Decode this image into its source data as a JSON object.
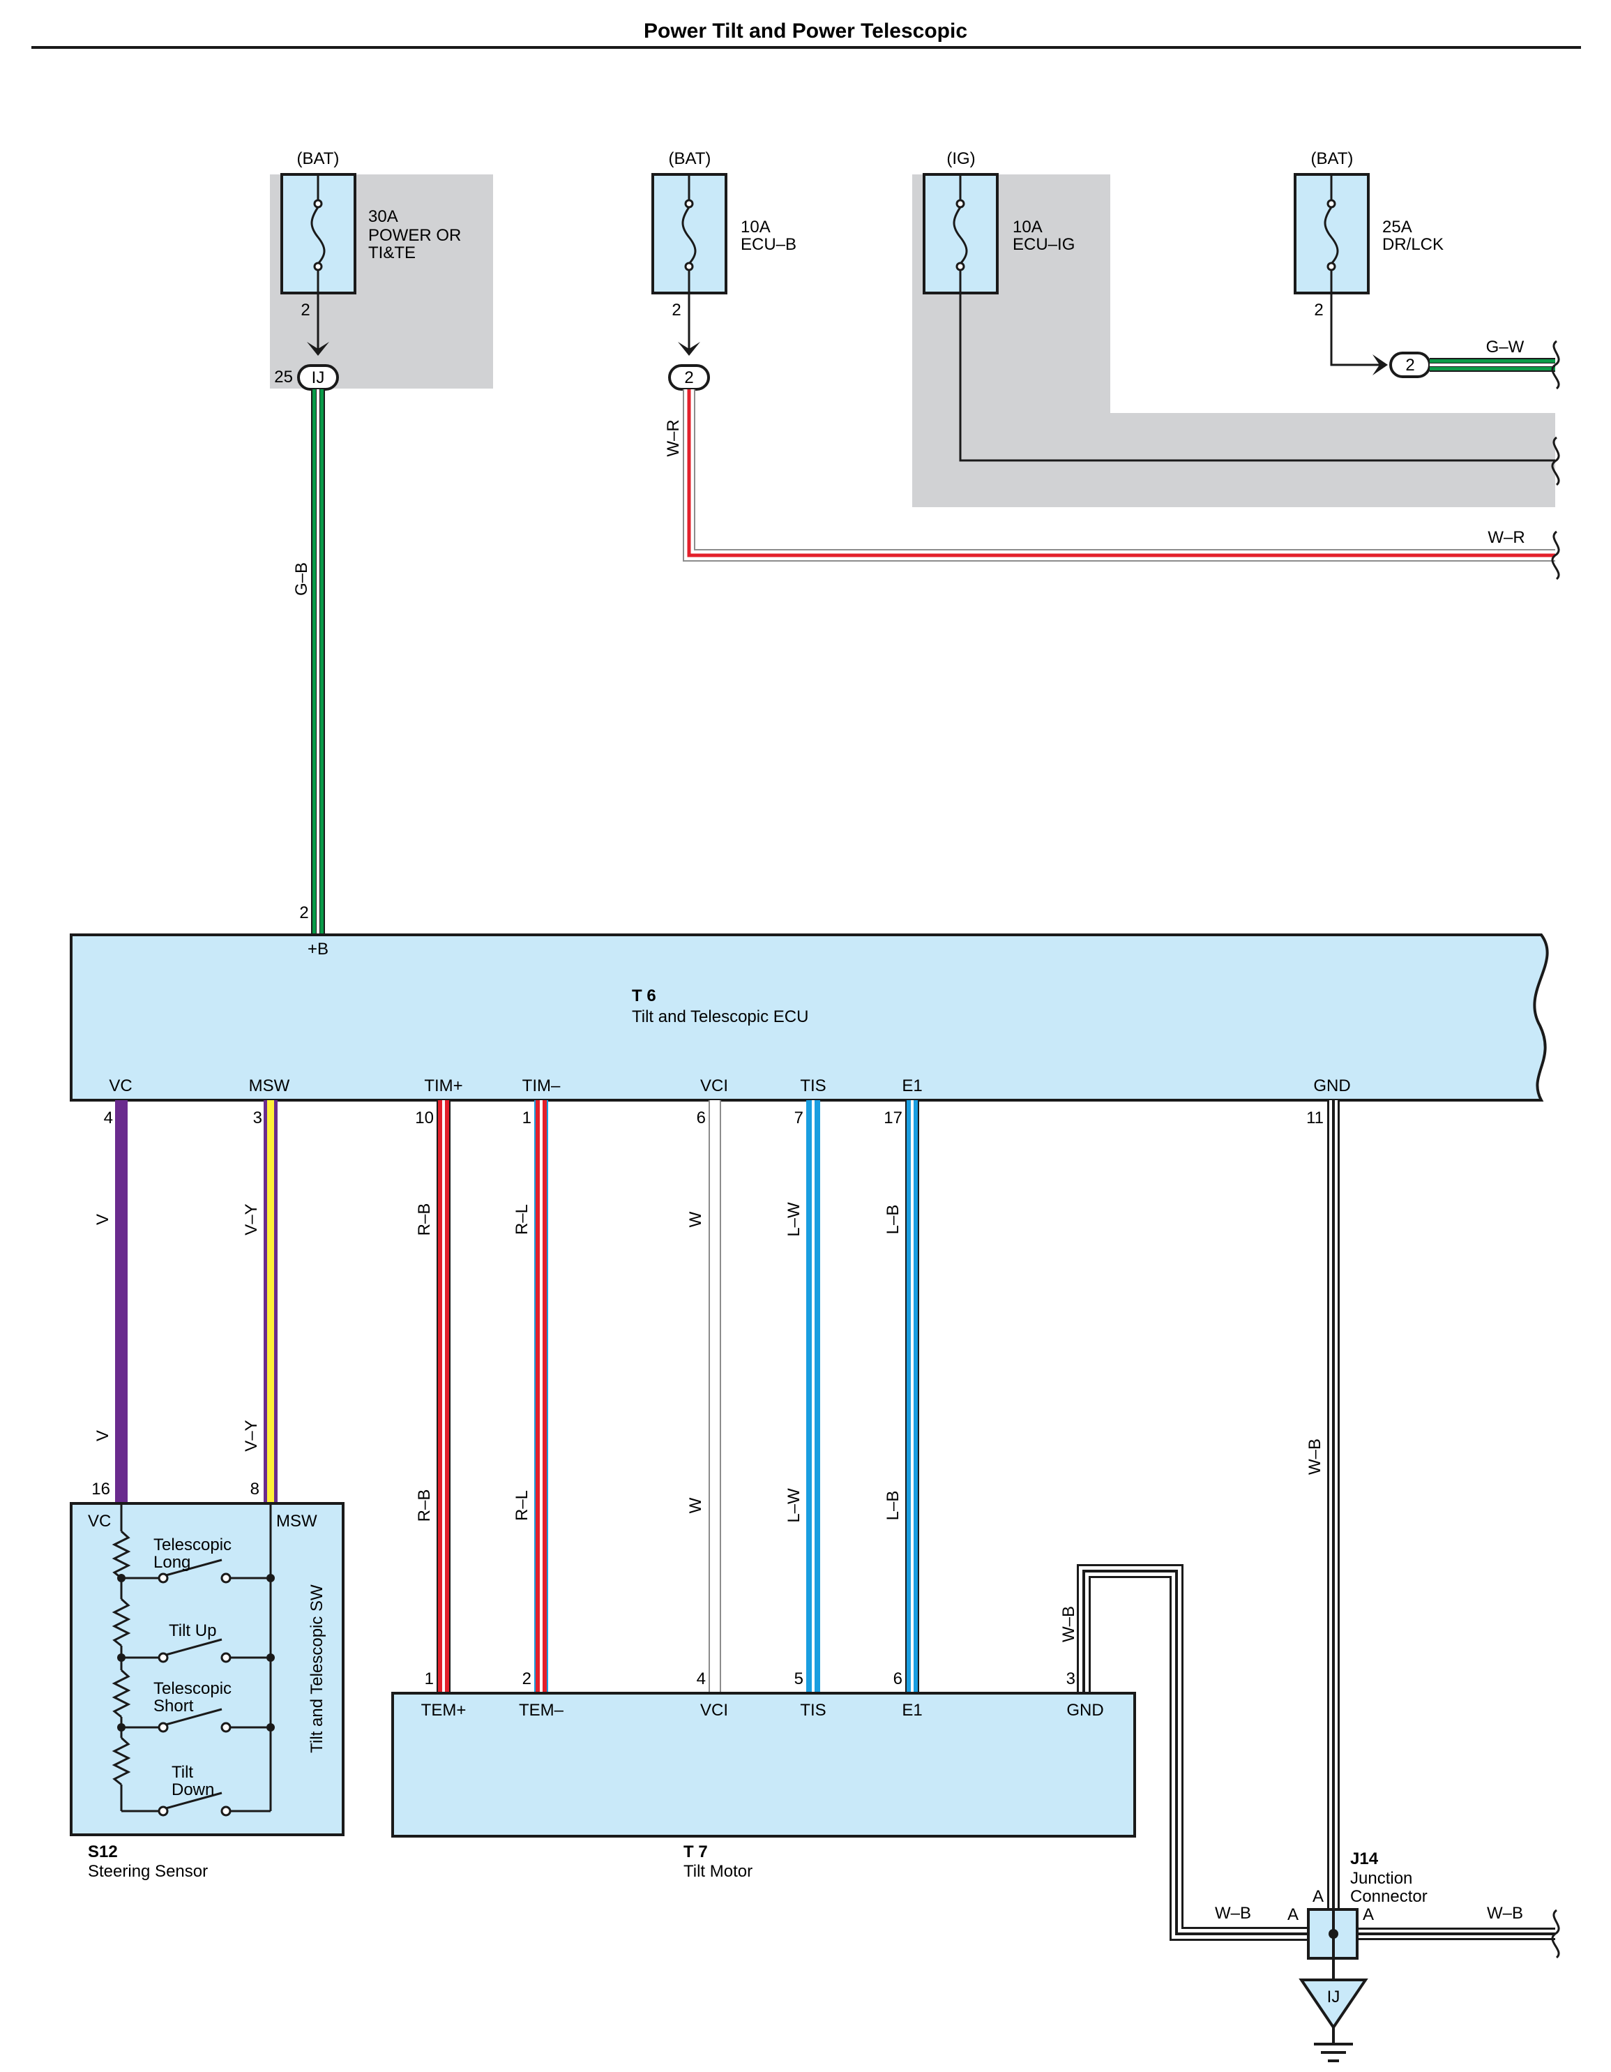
{
  "title": "Power Tilt and Power Telescopic",
  "colors": {
    "component_fill": "#c9e9f9",
    "shade_fill": "#d1d2d4",
    "green": "#0a9a48",
    "red": "#e3202b",
    "blue": "#1a9ee0",
    "violet": "#6a2b8e",
    "yellow": "#fff03a",
    "white_wire_edge": "#8c8c8c",
    "black": "#1a1a1a"
  },
  "fuses": [
    {
      "source": "(BAT)",
      "rating": "30A",
      "name_lines": [
        "POWER OR",
        "TI&TE"
      ],
      "pin": "2"
    },
    {
      "source": "(BAT)",
      "rating": "10A",
      "name_lines": [
        "ECU–B"
      ],
      "pin": "2"
    },
    {
      "source": "(IG)",
      "rating": "10A",
      "name_lines": [
        "ECU–IG"
      ],
      "pin": ""
    },
    {
      "source": "(BAT)",
      "rating": "25A",
      "name_lines": [
        "DR/LCK"
      ],
      "pin": "2"
    }
  ],
  "inline_connectors": {
    "ij": {
      "id": "IJ",
      "pin": "25"
    },
    "c2": {
      "id": "2"
    },
    "c2b": {
      "id": "2"
    }
  },
  "wire_codes": {
    "gb": "G–B",
    "wr_vert": "W–R",
    "wr_horiz": "W–R",
    "gw": "G–W",
    "wb_right": "W–B",
    "wb_t7": "W–B",
    "wb_j14_left": "W–B",
    "wb_j14_right": "W–B"
  },
  "ecu": {
    "id": "T 6",
    "name": "Tilt and Telescopic ECU",
    "top_pin": {
      "num": "2",
      "label": "+B"
    },
    "pins": [
      {
        "label": "VC",
        "num": "4",
        "code": "V"
      },
      {
        "label": "MSW",
        "num": "3",
        "code": "V–Y"
      },
      {
        "label": "TIM+",
        "num": "10",
        "code": "R–B"
      },
      {
        "label": "TIM–",
        "num": "1",
        "code": "R–L"
      },
      {
        "label": "VCI",
        "num": "6",
        "code": "W"
      },
      {
        "label": "TIS",
        "num": "7",
        "code": "L–W"
      },
      {
        "label": "E1",
        "num": "17",
        "code": "L–B"
      },
      {
        "label": "GND",
        "num": "11",
        "code": "W–B"
      }
    ]
  },
  "sensor": {
    "id": "S12",
    "name": "Steering Sensor",
    "vc_label": "VC",
    "msw_label": "MSW",
    "vc_pin": "16",
    "msw_pin": "8",
    "side_label": "Tilt and Telescopic SW",
    "switches": [
      {
        "lines": [
          "Telescopic",
          "Long"
        ]
      },
      {
        "lines": [
          "Tilt Up"
        ]
      },
      {
        "lines": [
          "Telescopic",
          "Short"
        ]
      },
      {
        "lines": [
          "Tilt",
          "Down"
        ]
      }
    ]
  },
  "motor": {
    "id": "T 7",
    "name": "Tilt Motor",
    "pins": [
      {
        "label": "TEM+",
        "num": "1"
      },
      {
        "label": "TEM–",
        "num": "2"
      },
      {
        "label": "VCI",
        "num": "4"
      },
      {
        "label": "TIS",
        "num": "5"
      },
      {
        "label": "E1",
        "num": "6"
      },
      {
        "label": "GND",
        "num": "3"
      }
    ]
  },
  "junction": {
    "id": "J14",
    "name_lines": [
      "Junction",
      "Connector"
    ],
    "pin_top": "A",
    "pin_left": "A",
    "pin_right": "A",
    "ground": "IJ"
  }
}
